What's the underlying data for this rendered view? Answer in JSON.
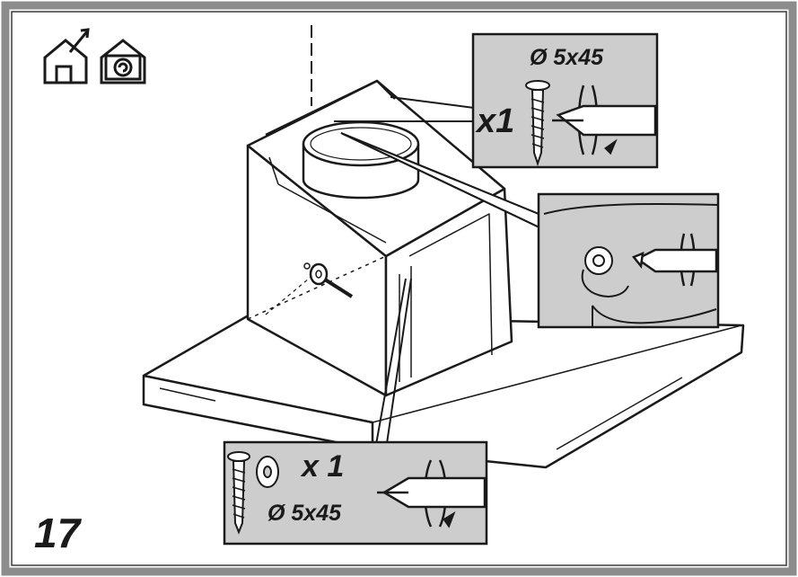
{
  "step": {
    "number": "17"
  },
  "icons": {
    "outdoor_exhaust": "house-vent-out-icon",
    "recirculation": "house-recirculation-icon"
  },
  "callout_top": {
    "quantity": "x1",
    "screw_size": "Ø 5x45"
  },
  "callout_bottom": {
    "quantity": "x 1",
    "screw_size": "Ø 5x45"
  },
  "colors": {
    "frame": "#8c8c8c",
    "panel": "#cdcdcd",
    "line": "#1a1a1a",
    "background": "#ffffff"
  }
}
